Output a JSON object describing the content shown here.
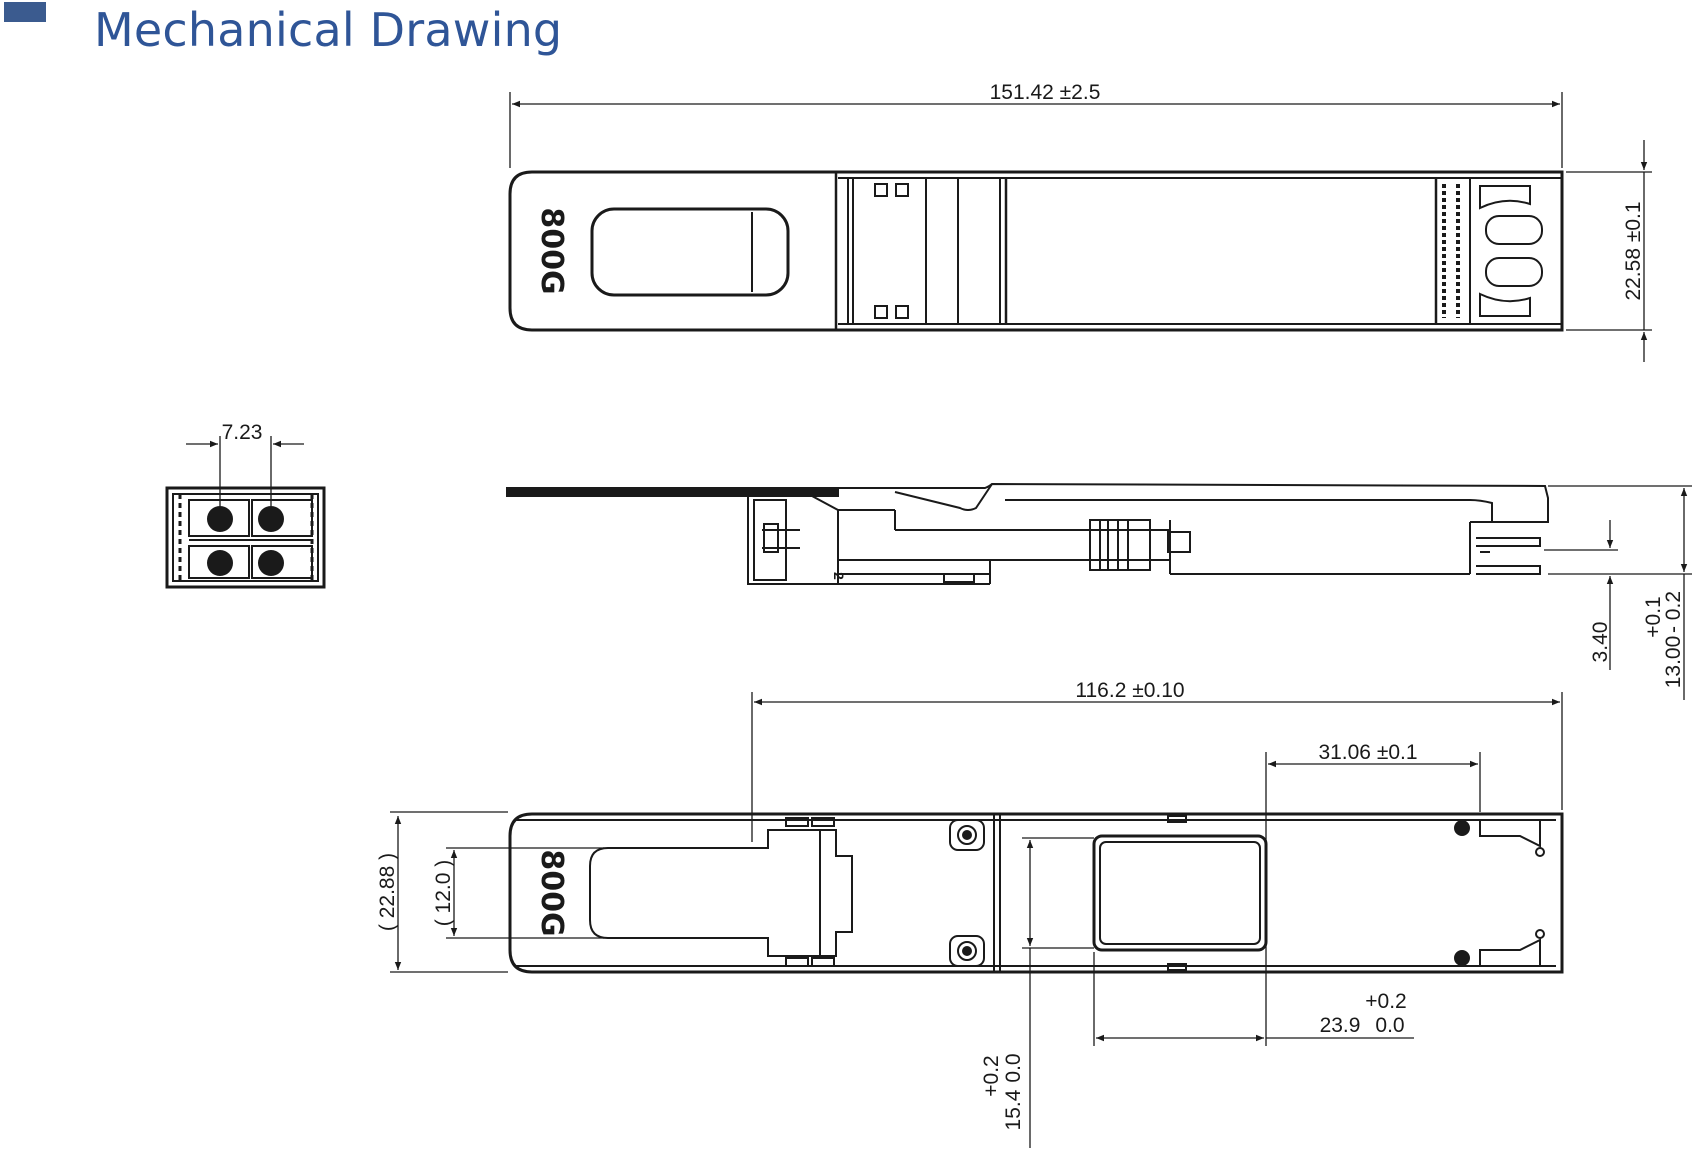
{
  "title": "Mechanical Drawing",
  "logo_text": "800G",
  "dimensions": {
    "overall_length": "151.42 ±2.5",
    "width_top": "22.58 ±0.1",
    "connector_pitch": "7.23",
    "pitch_height": "3.40",
    "height": "13.00",
    "height_tol_plus": "+0.1",
    "height_tol_minus": "- 0.2",
    "body_length": "116.2 ±0.10",
    "window_offset": "31.06 ±0.1",
    "width_bottom": "( 22.88 )",
    "handle_width": "( 12.0 )",
    "window_length": "23.9",
    "window_length_tol_plus": "+0.2",
    "window_length_tol_minus": "0.0",
    "window_width": "15.4",
    "window_width_tol_plus": "+0.2",
    "window_width_tol_minus": "0.0"
  }
}
